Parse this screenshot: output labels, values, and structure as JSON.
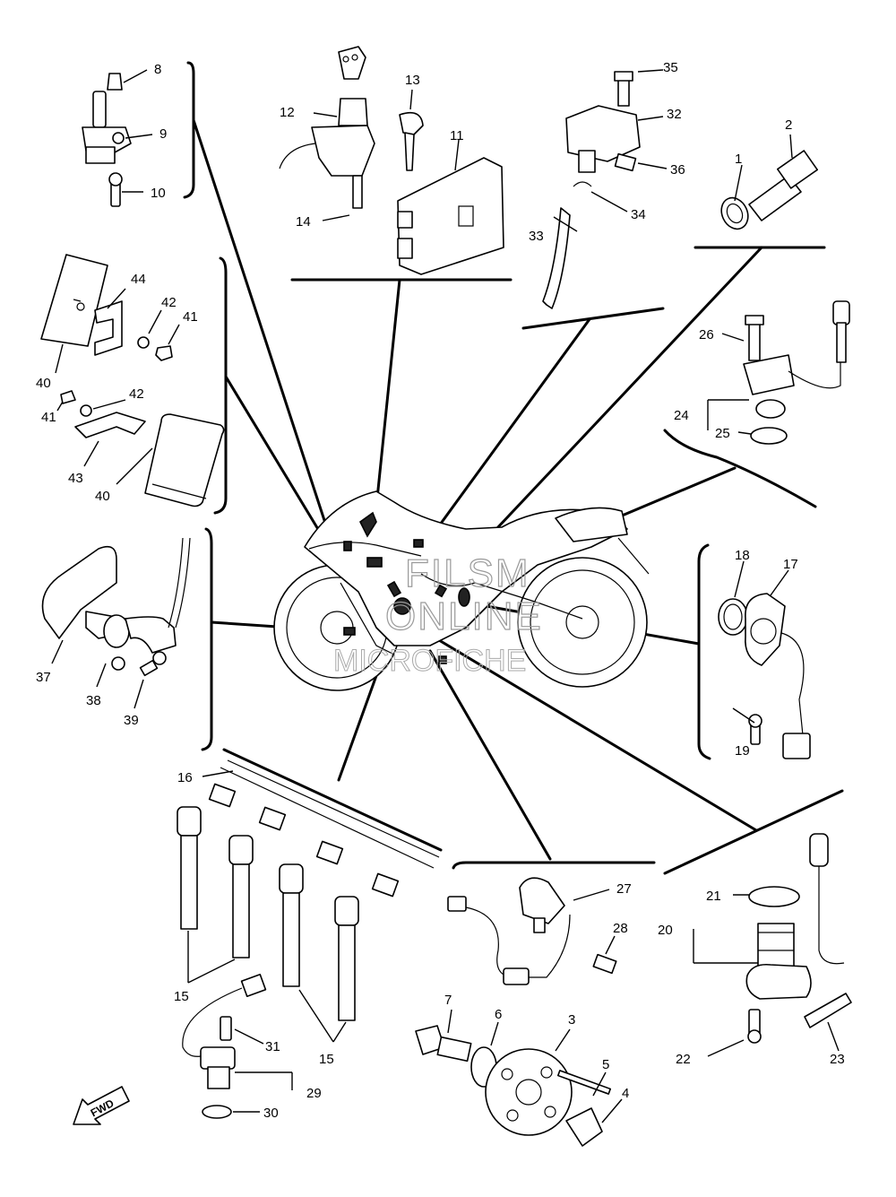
{
  "labels": {
    "p1": "1",
    "p2": "2",
    "p3": "3",
    "p4": "4",
    "p5": "5",
    "p6": "6",
    "p7": "7",
    "p8": "8",
    "p9": "9",
    "p10": "10",
    "p11": "11",
    "p12": "12",
    "p13": "13",
    "p14": "14",
    "p15a": "15",
    "p15b": "15",
    "p16": "16",
    "p17": "17",
    "p18": "18",
    "p19": "19",
    "p20": "20",
    "p21": "21",
    "p22": "22",
    "p23": "23",
    "p24": "24",
    "p25": "25",
    "p26": "26",
    "p27": "27",
    "p28": "28",
    "p29": "29",
    "p30": "30",
    "p31": "31",
    "p32": "32",
    "p33": "33",
    "p34": "34",
    "p35": "35",
    "p36": "36",
    "p37": "37",
    "p38": "38",
    "p39": "39",
    "p40a": "40",
    "p40b": "40",
    "p41a": "41",
    "p41b": "41",
    "p42a": "42",
    "p42b": "42",
    "p43": "43",
    "p44": "44"
  },
  "fwd_arrow": "FWD",
  "watermark": {
    "line1": "FILSM",
    "line2": "ONLINE",
    "line3": "MICROFICHE"
  }
}
